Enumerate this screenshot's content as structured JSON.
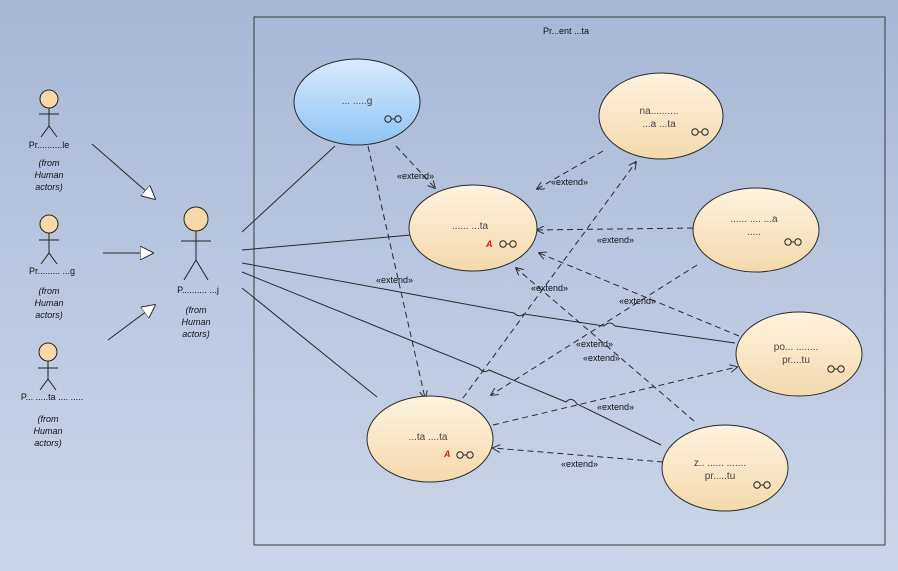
{
  "boundary": {
    "title": "Pr...ent ...ta"
  },
  "actors": [
    {
      "id": "a1",
      "name": "Pr..........le",
      "from": [
        "(from",
        "Human",
        "actors)"
      ]
    },
    {
      "id": "a2",
      "name": "Pr......... ...g",
      "from": [
        "(from",
        "Human",
        "actors)"
      ]
    },
    {
      "id": "a3",
      "name": "P... .....ta .... .....",
      "from": [
        "(from",
        "Human",
        "actors)"
      ]
    },
    {
      "id": "a4",
      "name": "P.......... ...j",
      "from": [
        "(from",
        "Human",
        "actors)"
      ]
    }
  ],
  "use_cases": [
    {
      "id": "uc1",
      "lines": [
        "... .....g"
      ],
      "abstract": false
    },
    {
      "id": "uc2",
      "lines": [
        "...... ...ta"
      ],
      "abstract": true
    },
    {
      "id": "uc3",
      "lines": [
        "...ta ....ta"
      ],
      "abstract": true
    },
    {
      "id": "uc4",
      "lines": [
        "na..........",
        "...a ...ta"
      ],
      "abstract": false
    },
    {
      "id": "uc5",
      "lines": [
        "...... .... ...a",
        "....."
      ],
      "abstract": false
    },
    {
      "id": "uc6",
      "lines": [
        "po... ........",
        "pr....tu"
      ],
      "abstract": false
    },
    {
      "id": "uc7",
      "lines": [
        "z.. ...... .......",
        "pr.....tu"
      ],
      "abstract": false
    }
  ],
  "extend_label": "«extend»",
  "abstract_mark": "A",
  "colors": {
    "boundary_stroke": "#3a3a3a",
    "usecase_fill_top": "#fff3de",
    "usecase_fill_bottom": "#f3d9ac",
    "usecase_selected_top": "#d8ebff",
    "usecase_selected_bottom": "#8ec4f4",
    "actor_head": "#f7d9a8",
    "abstract_mark": "#d81b1b",
    "line": "#2a2a2a"
  }
}
